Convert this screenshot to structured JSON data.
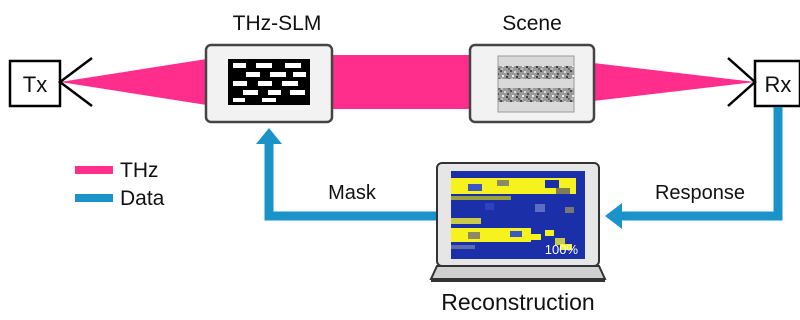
{
  "transmitter": {
    "label": "Tx"
  },
  "receiver": {
    "label": "Rx"
  },
  "slm": {
    "label": "THz-SLM"
  },
  "scene": {
    "label": "Scene"
  },
  "legend": {
    "items": [
      {
        "label": "THz",
        "color": "#ff2d8c"
      },
      {
        "label": "Data",
        "color": "#1a93c9"
      }
    ]
  },
  "arrows": {
    "mask_label": "Mask",
    "response_label": "Response"
  },
  "computer": {
    "caption": "Reconstruction",
    "progress_text": "100%"
  },
  "colors": {
    "thz": "#ff2d8c",
    "data": "#1a93c9",
    "screen_bg": "#1b2fa8",
    "highlight": "#f5f21e"
  }
}
